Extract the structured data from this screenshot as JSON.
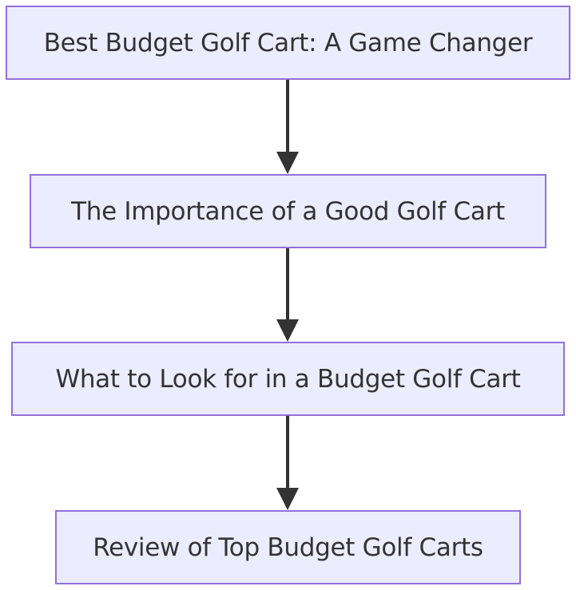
{
  "diagram": {
    "type": "flowchart",
    "direction": "top-down",
    "colors": {
      "node_fill": "#ECECFF",
      "node_stroke": "#9370DB",
      "text": "#333333",
      "edge": "#333333"
    },
    "nodes": [
      {
        "id": "n1",
        "label": "Best Budget Golf Cart: A Game Changer"
      },
      {
        "id": "n2",
        "label": "The Importance of a Good Golf Cart"
      },
      {
        "id": "n3",
        "label": "What to Look for in a Budget Golf Cart"
      },
      {
        "id": "n4",
        "label": "Review of Top Budget Golf Carts"
      }
    ],
    "edges": [
      {
        "from": "n1",
        "to": "n2"
      },
      {
        "from": "n2",
        "to": "n3"
      },
      {
        "from": "n3",
        "to": "n4"
      }
    ]
  }
}
